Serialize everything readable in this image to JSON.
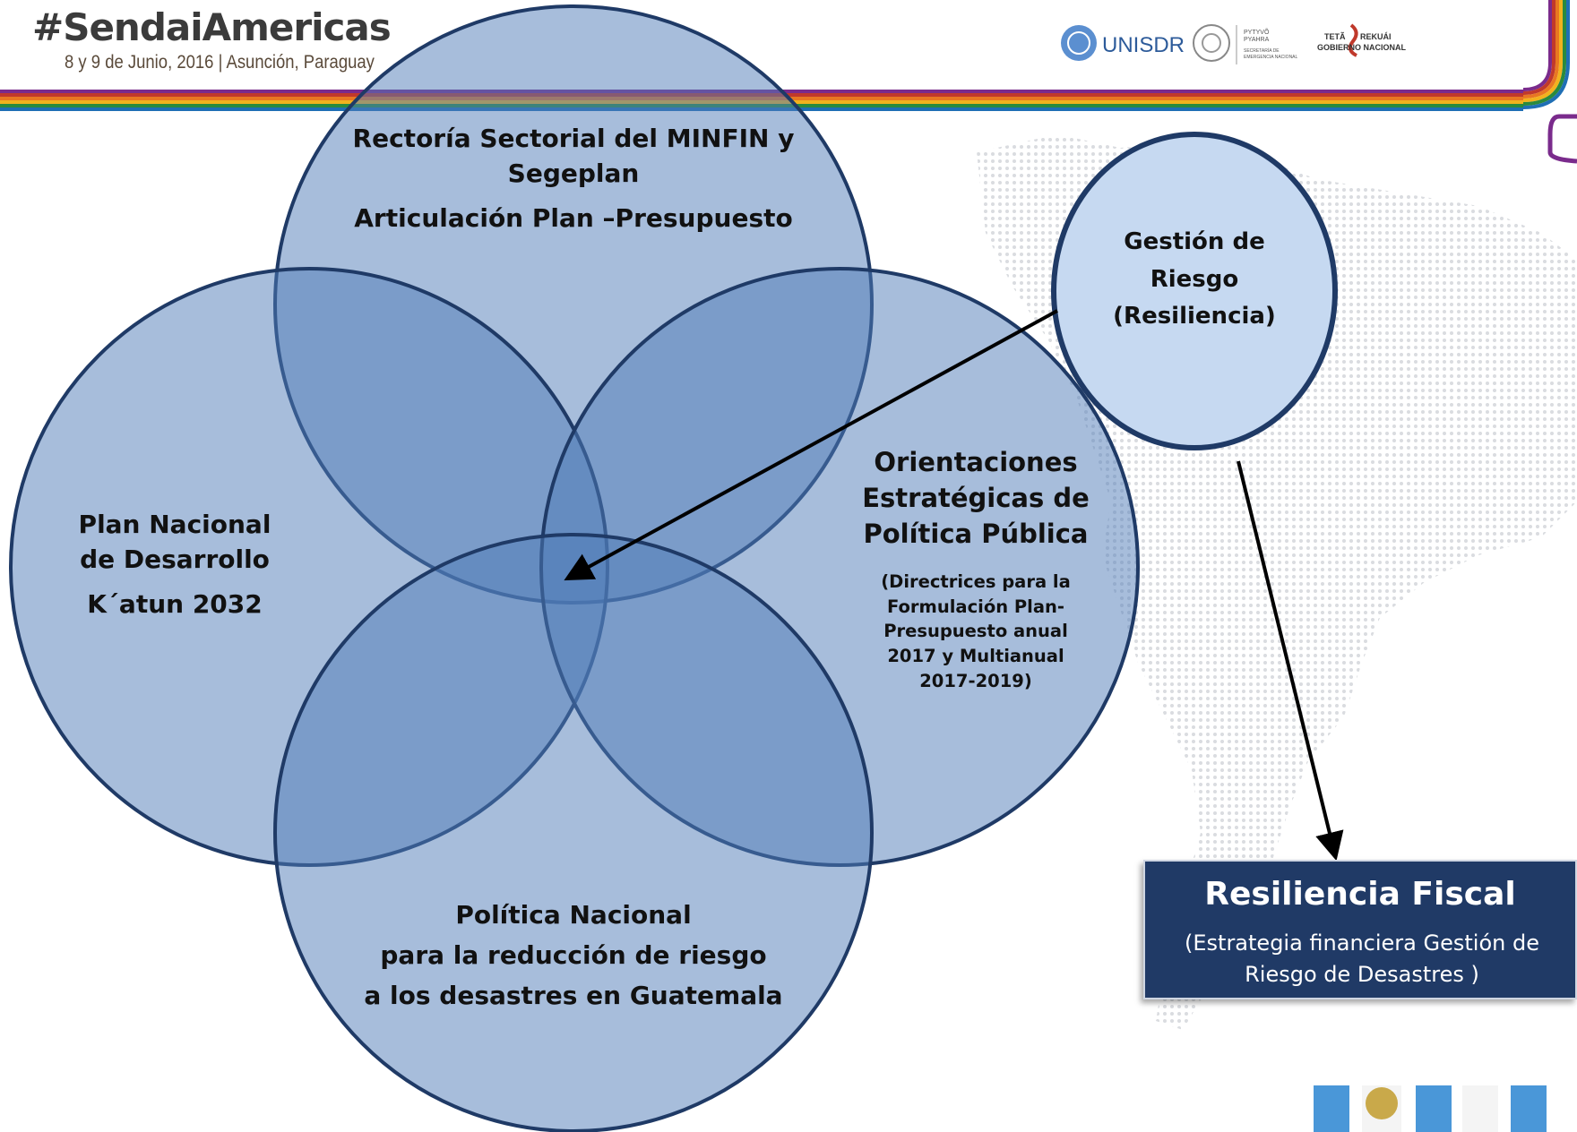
{
  "header": {
    "hashtag": "#SendaiAmericas",
    "event_date_place": "8 y 9 de Junio, 2016 | Asunción, Paraguay",
    "logos": [
      {
        "name": "unisdr-logo",
        "text": "UNISDR"
      },
      {
        "name": "paraguay-seal",
        "text": ""
      },
      {
        "name": "sen-logo",
        "text": "PYTYVÕ PYAHRA SECRETARÍA DE EMERGENCIA NACIONAL"
      },
      {
        "name": "gobierno-nacional-logo",
        "text": "TETÃ REKUÁI GOBIERNO NACIONAL"
      }
    ]
  },
  "diagram": {
    "circle_top": {
      "line1": "Rectoría Sectorial del MINFIN y",
      "line2": "Segeplan",
      "line3": "Articulación Plan –Presupuesto"
    },
    "circle_left": {
      "line1": "Plan Nacional",
      "line2": "de Desarrollo",
      "line3": "K´atun 2032"
    },
    "circle_right": {
      "line1": "Orientaciones",
      "line2": "Estratégicas de",
      "line3": "Política Pública",
      "detail": [
        "(Directrices para la",
        "Formulación Plan-",
        "Presupuesto anual",
        "2017 y Multianual",
        "2017-2019)"
      ]
    },
    "circle_bottom": {
      "line1": "Política Nacional",
      "line2": "para la reducción de riesgo",
      "line3": "a los desastres en Guatemala"
    },
    "risk_circle": {
      "line1": "Gestión de",
      "line2": "Riesgo",
      "line3": "(Resiliencia)"
    },
    "fiscal_box": {
      "title": "Resiliencia Fiscal",
      "subtitle": "(Estrategia financiera Gestión de Riesgo de Desastres )"
    }
  },
  "colors": {
    "circle_fill": "#4f7bb8",
    "circle_stroke": "#1f3a66",
    "risk_fill": "#c6d9f1",
    "box_fill": "#203a66",
    "stripe_colors": [
      "#7a2b8c",
      "#c0392b",
      "#e87722",
      "#f2b21e",
      "#2a8a3e",
      "#1f6fb5"
    ]
  }
}
